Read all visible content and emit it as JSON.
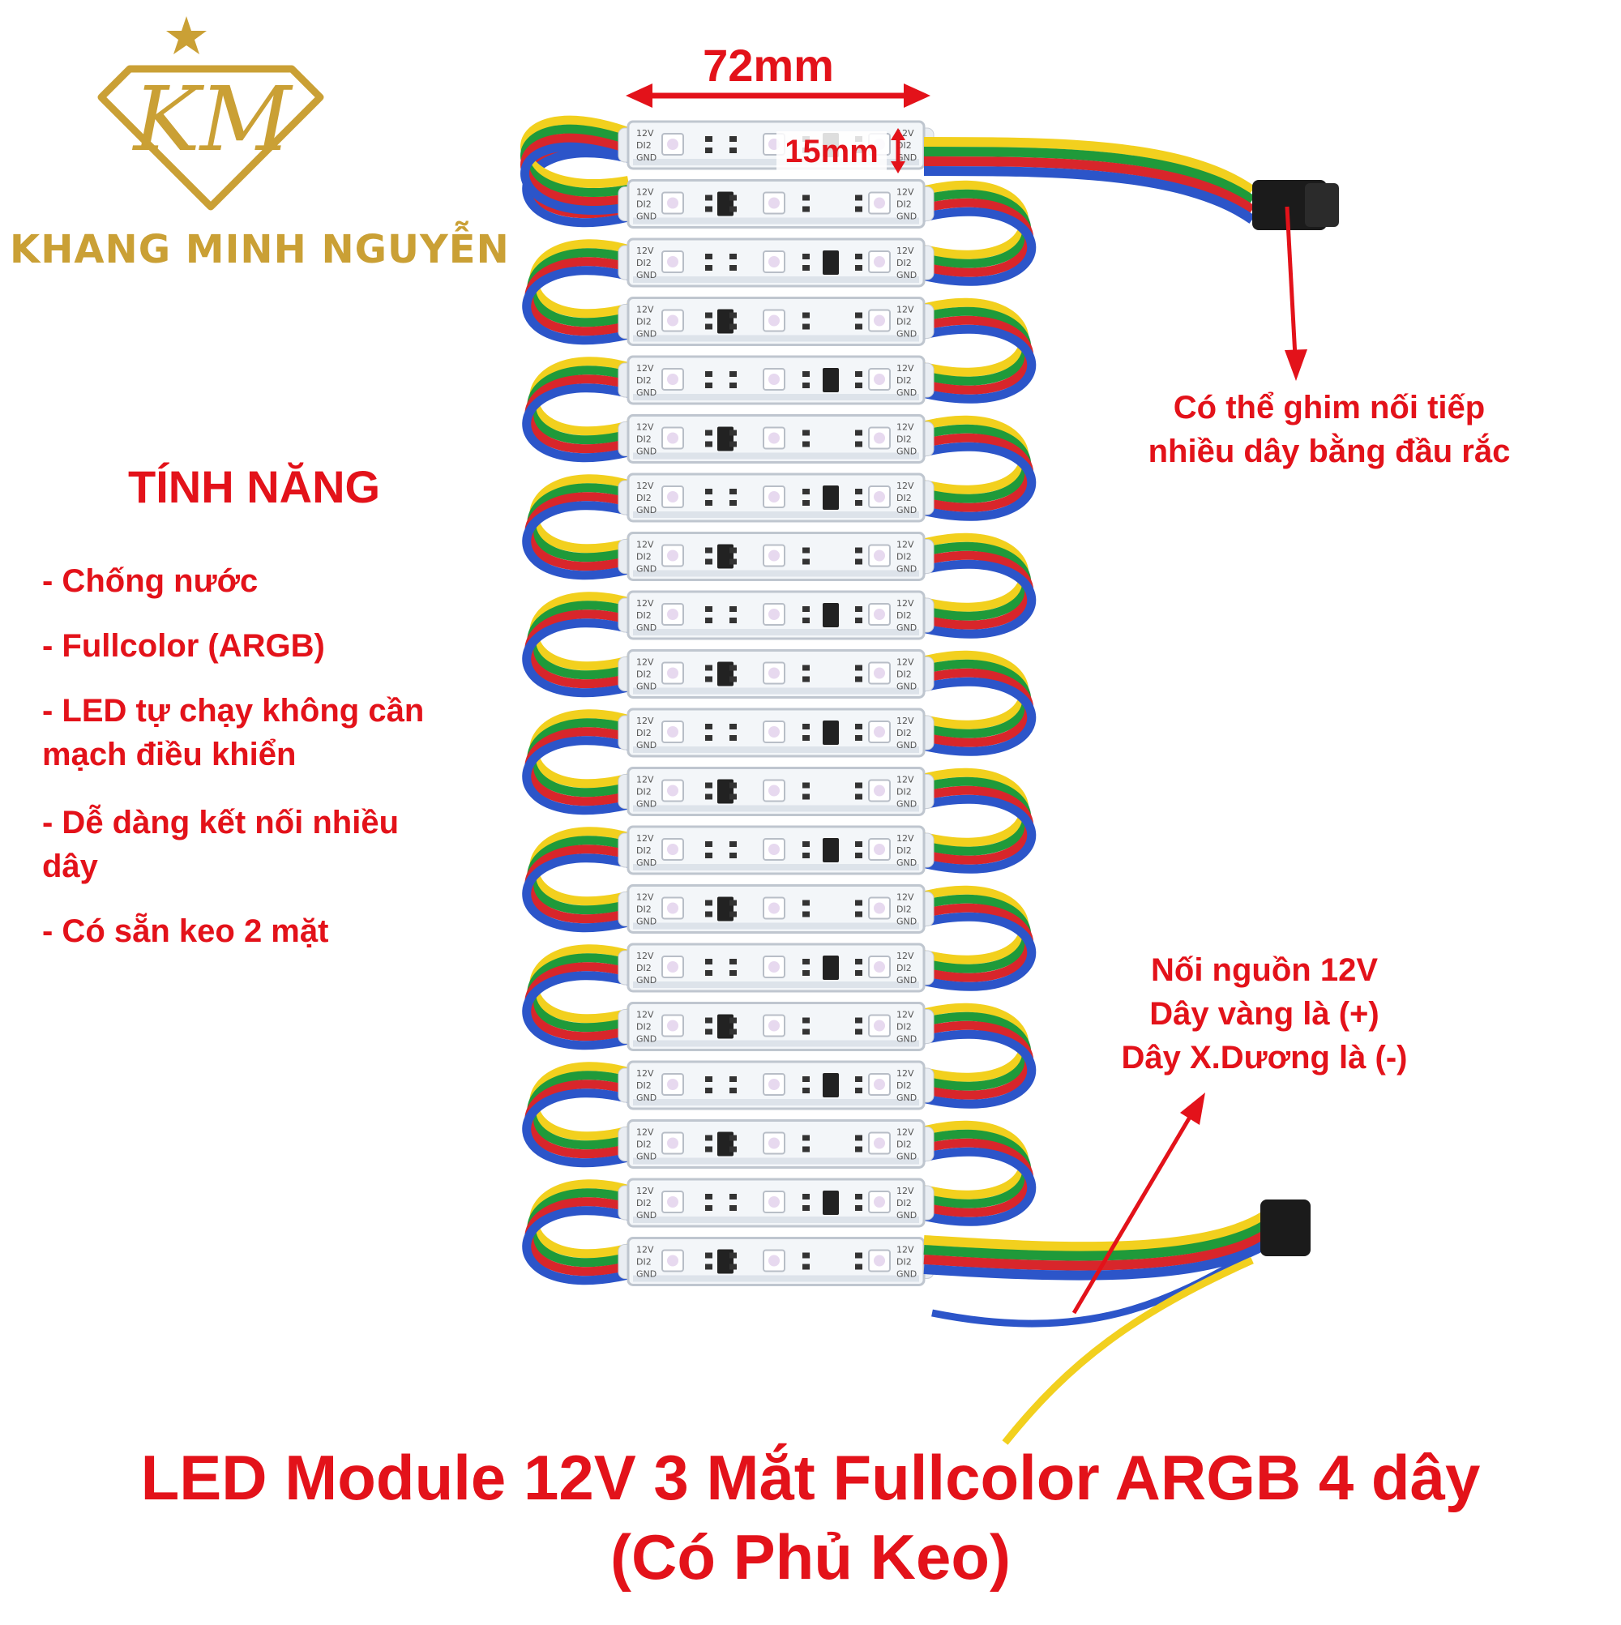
{
  "brand": {
    "name": "KHANG MINH NGUYỄN",
    "logo_letters": "KM",
    "color": "#caa035"
  },
  "dimensions": {
    "length": "72mm",
    "height": "15mm"
  },
  "features": {
    "title": "TÍNH NĂNG",
    "items": [
      "- Chống nước",
      "- Fullcolor (ARGB)",
      "- LED tự chạy không cần mạch điều khiển",
      "- Dễ dàng kết nối nhiều dây",
      "- Có sẵn keo 2 mặt"
    ]
  },
  "notes": {
    "connector_line1": "Có thể ghim nối tiếp",
    "connector_line2": "nhiều dây bằng đầu rắc",
    "power_line1": "Nối nguồn 12V",
    "power_line2": "Dây vàng là (+)",
    "power_line3": "Dây X.Dương là (-)"
  },
  "product_title": {
    "line1": "LED Module 12V 3 Mắt Fullcolor ARGB 4 dây",
    "line2": "(Có Phủ Keo)"
  },
  "module_labels": {
    "pin_12v": "12V",
    "pin_di": "DI2",
    "pin_gnd": "GND"
  },
  "colors": {
    "accent": "#e3121a",
    "wire_yellow": "#f2d01e",
    "wire_green": "#1f9a3a",
    "wire_red": "#d8262b",
    "wire_blue": "#2c55c9"
  },
  "product": {
    "module_count": 20
  }
}
